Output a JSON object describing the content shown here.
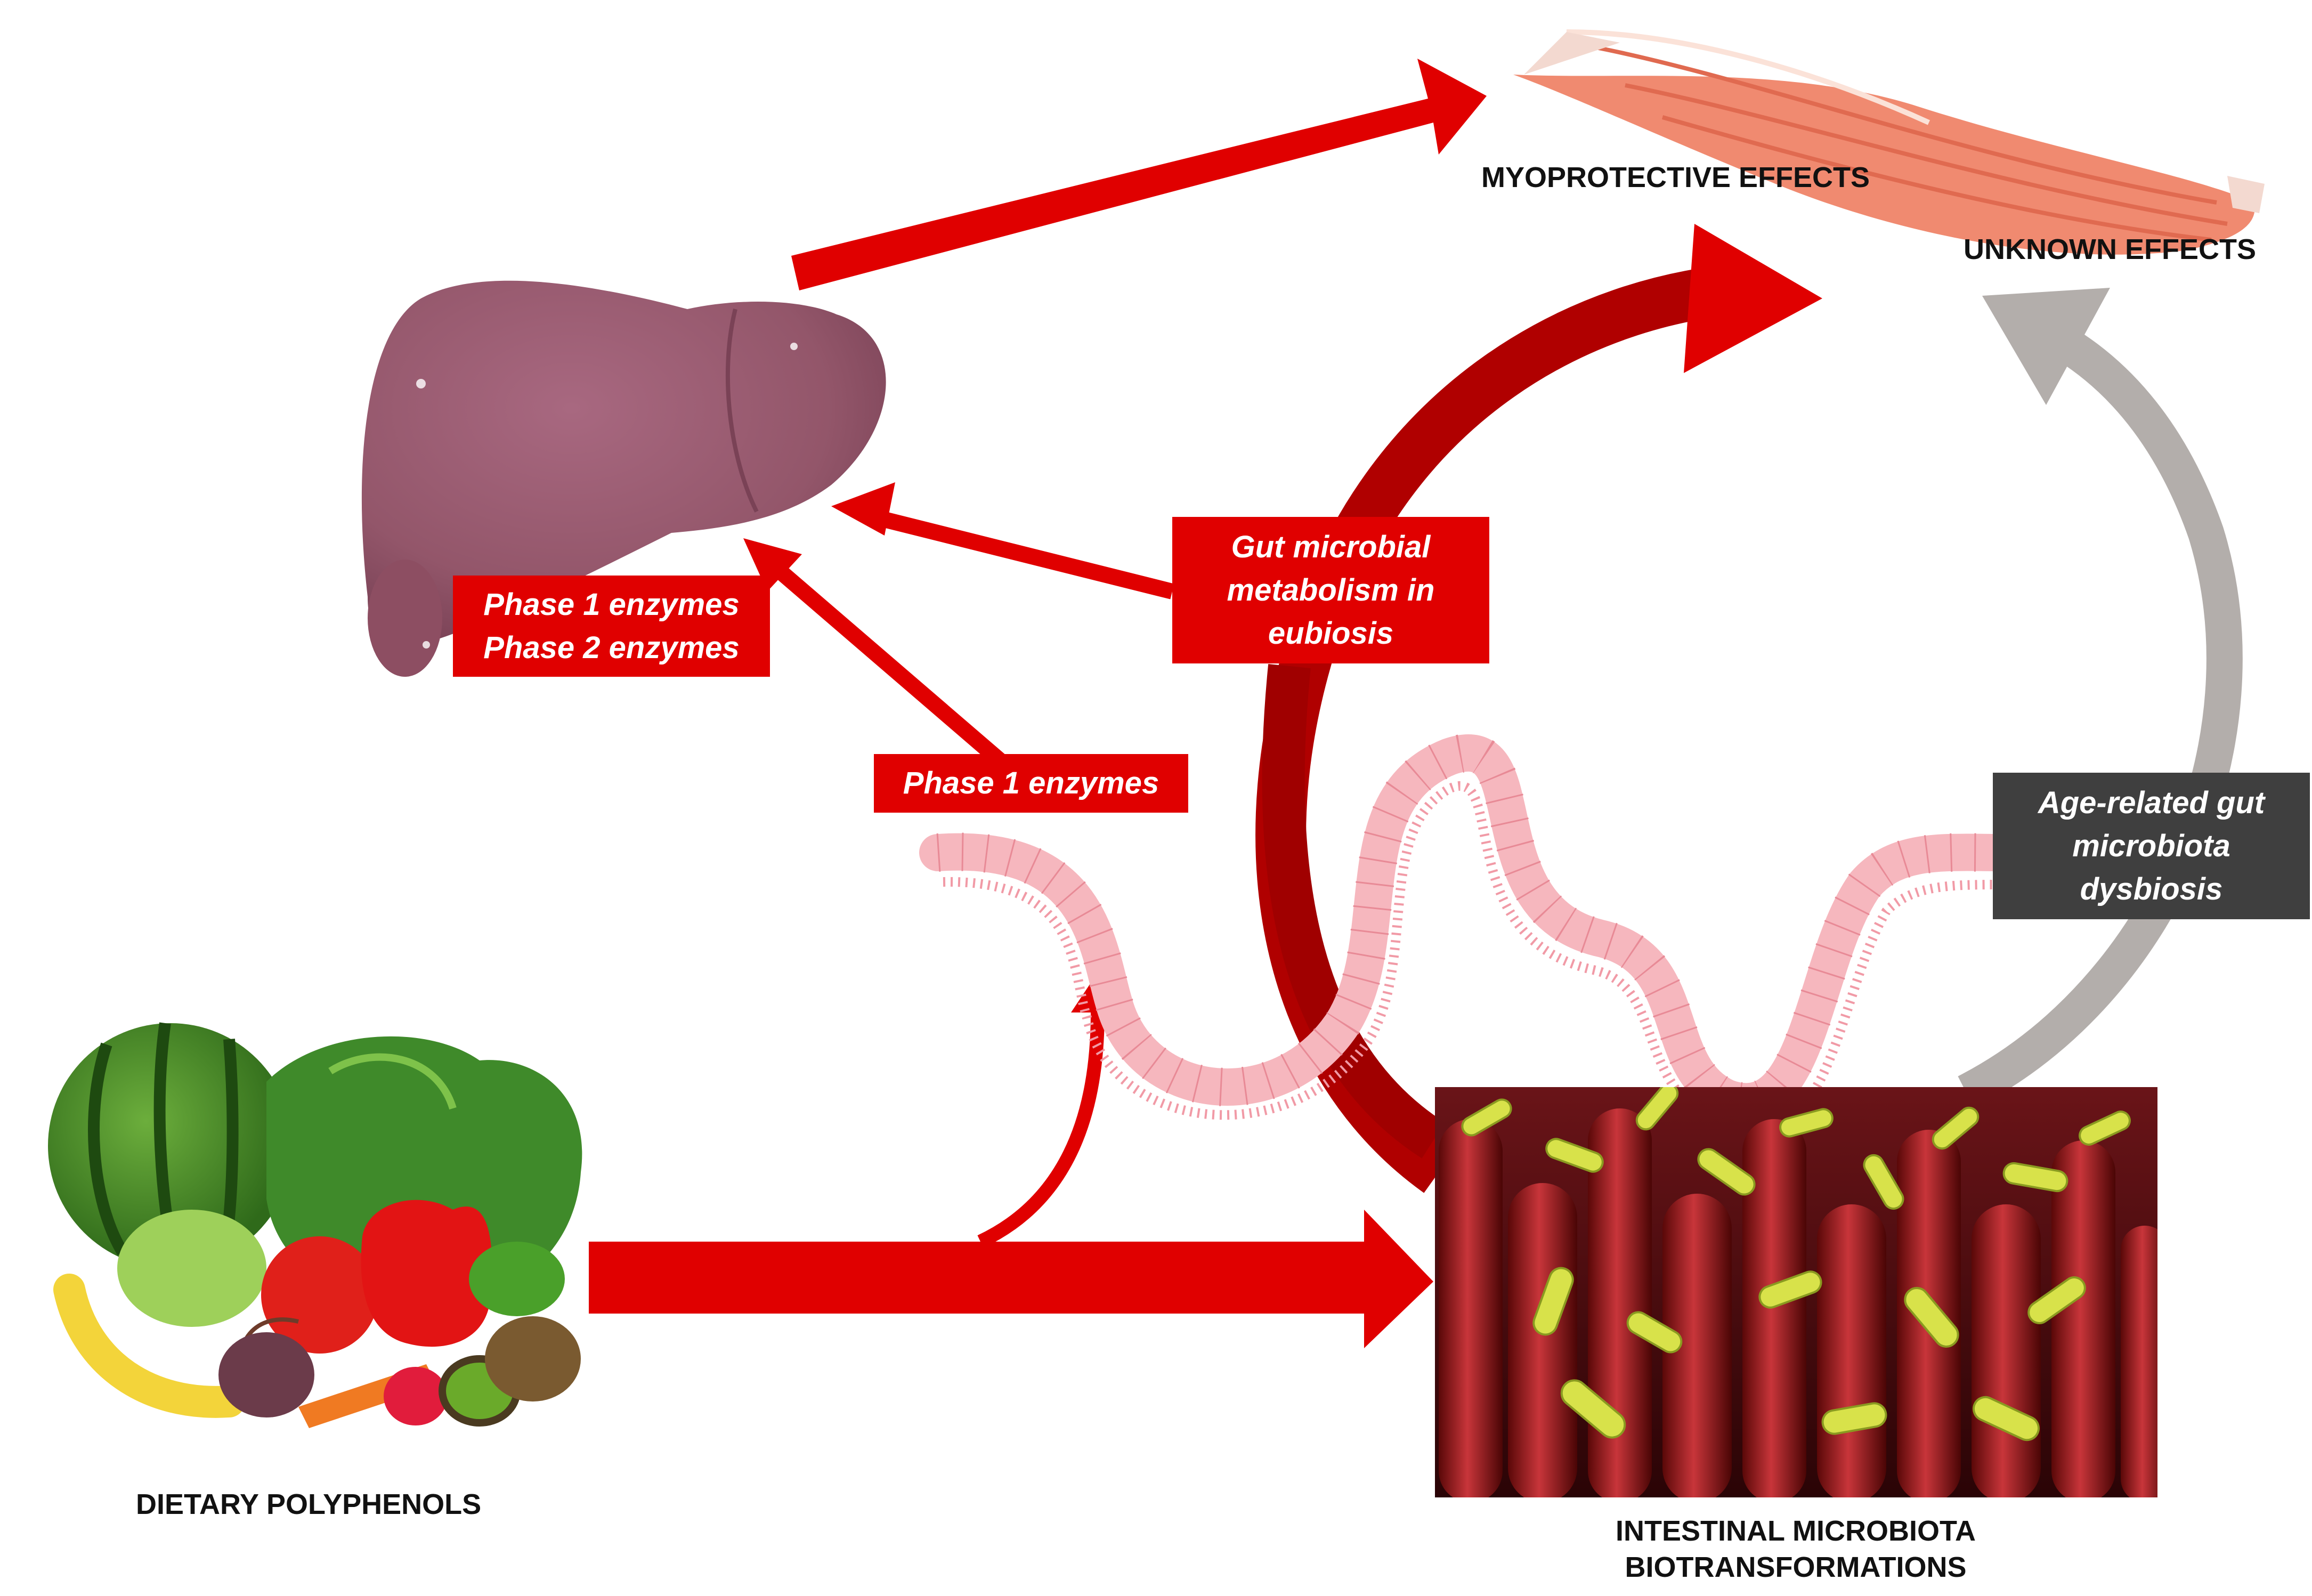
{
  "labels": {
    "myoprotective": "MYOPROTECTIVE EFFECTS",
    "unknown": "UNKNOWN EFFECTS",
    "dietary": "DIETARY POLYPHENOLS",
    "intestinal_line1": "INTESTINAL MICROBIOTA",
    "intestinal_line2": "BIOTRANSFORMATIONS"
  },
  "boxes": {
    "liver_enzymes": {
      "line1": "Phase 1 enzymes",
      "line2": "Phase 2 enzymes"
    },
    "intestine_enzymes": {
      "line1": "Phase 1 enzymes"
    },
    "gut_eubiosis": {
      "line1": "Gut microbial",
      "line2": "metabolism in",
      "line3": "eubiosis"
    },
    "dysbiosis": {
      "line1": "Age-related gut",
      "line2": "microbiota",
      "line3": "dysbiosis"
    }
  },
  "colors": {
    "arrow_red": "#e00000",
    "arrow_dark_red": "#a00000",
    "arrow_gray": "#b3aeab",
    "box_red": "#e00000",
    "box_dark": "#3f3f3f",
    "liver": "#93566a",
    "muscle": "#f08a70",
    "intestine": "#f6b7be",
    "villus": "#9a1a20",
    "bacteria": "#d8e24a"
  }
}
